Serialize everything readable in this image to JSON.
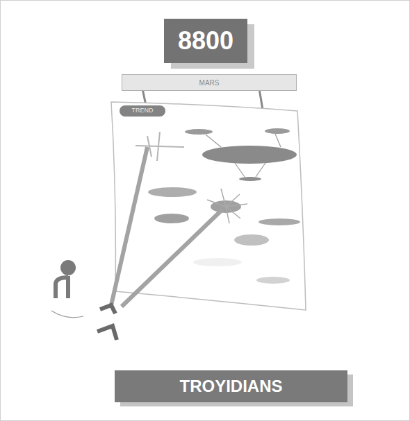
{
  "diagram": {
    "nodes": [
      {
        "text": [
          "8800"
        ]
      },
      {
        "text": [
          "MARS"
        ]
      },
      {
        "text": [
          "TREND"
        ]
      },
      {
        "text": [
          "TROYIDIANS"
        ]
      }
    ]
  }
}
